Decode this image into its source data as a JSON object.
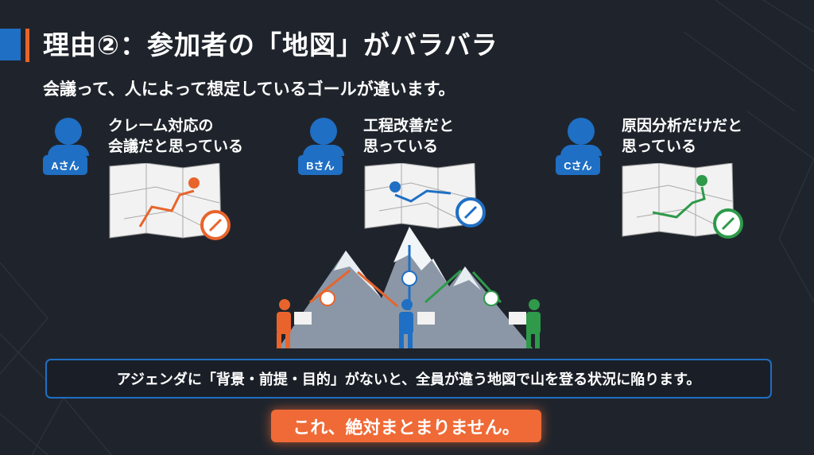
{
  "slide": {
    "title": "理由②：参加者の「地図」がバラバラ",
    "subtitle": "会議って、人によって想定しているゴールが違います。",
    "personas": [
      {
        "badge": "Aさん",
        "text": "クレーム対応の\n会議だと思っている",
        "color": "#e8642c"
      },
      {
        "badge": "Bさん",
        "text": "工程改善だと\n思っている",
        "color": "#1f6fc4"
      },
      {
        "badge": "Cさん",
        "text": "原因分析だけだと\n思っている",
        "color": "#2e9a4a"
      }
    ],
    "message": "アジェンダに「背景・前提・目的」がないと、全員が違う地図で山を登る状況に陥ります。",
    "callout": "これ、絶対まとまりません。",
    "colors": {
      "background": "#1f242c",
      "accent_blue": "#1f6fc4",
      "accent_orange": "#e8642c",
      "accent_green": "#2e9a4a"
    }
  }
}
